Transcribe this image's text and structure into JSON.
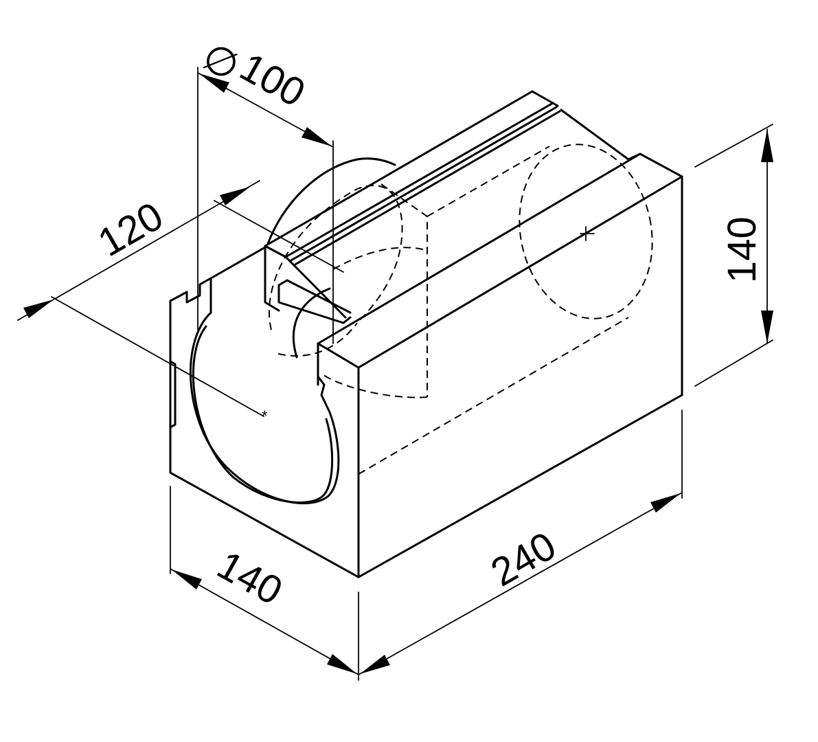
{
  "dimensions": {
    "diameter_symbol": "∅",
    "diameter": "100",
    "inner_depth": "120",
    "height": "140",
    "width": "140",
    "length": "240"
  },
  "colors": {
    "line": "#000000",
    "background": "#ffffff"
  }
}
